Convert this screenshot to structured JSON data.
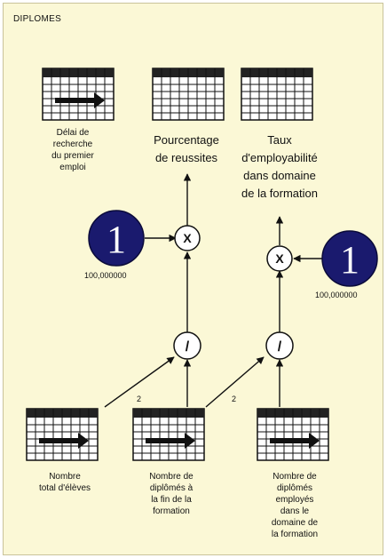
{
  "title": "DIPLOMES",
  "nodes": {
    "delai": {
      "label_lines": [
        "Délai de",
        "recherche",
        "du premier",
        "emploi"
      ]
    },
    "pourcentage": {
      "label_lines": [
        "Pourcentage",
        "de reussites"
      ]
    },
    "taux": {
      "label_lines": [
        "Taux",
        "d'employabilité",
        "dans domaine",
        "de la formation"
      ]
    },
    "nombre_total": {
      "label_lines": [
        "Nombre",
        "total d'élèves"
      ]
    },
    "nombre_diplomes": {
      "label_lines": [
        "Nombre de",
        "diplômés à",
        "la fin de la",
        "formation"
      ]
    },
    "nombre_employes": {
      "label_lines": [
        "Nombre de",
        "diplômés",
        "employés",
        "dans le",
        "domaine de",
        "la formation"
      ]
    },
    "constant_left": {
      "glyph": "1",
      "value": "100,000000"
    },
    "constant_right": {
      "glyph": "1",
      "value": "100,000000"
    },
    "multiply_left": {
      "glyph": "X"
    },
    "multiply_right": {
      "glyph": "X"
    },
    "divide_left": {
      "glyph": "/"
    },
    "divide_right": {
      "glyph": "/"
    }
  },
  "link_labels": {
    "left": "2",
    "right": "2"
  },
  "colors": {
    "background": "#fbf8d6",
    "constant": "#1a1a6e",
    "grid_fill": "#ffffff",
    "line": "#111111"
  }
}
